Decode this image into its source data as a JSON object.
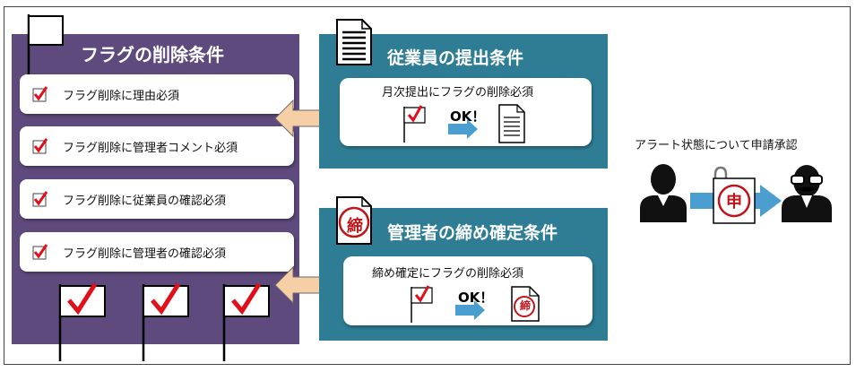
{
  "flag_conditions": {
    "title": "フラグの削除条件",
    "items": [
      {
        "label": "フラグ削除に理由必須"
      },
      {
        "label": "フラグ削除に管理者コメント必須"
      },
      {
        "label": "フラグ削除に従業員の確認必須"
      },
      {
        "label": "フラグ削除に管理者の確認必須"
      }
    ]
  },
  "employee_conditions": {
    "title": "従業員の提出条件",
    "card_text": "月次提出にフラグの削除必須",
    "ok_text": "OK！"
  },
  "manager_conditions": {
    "title": "管理者の締め確定条件",
    "card_text": "締め確定にフラグの削除必須",
    "ok_text": "OK！",
    "stamp_char": "締"
  },
  "alert": {
    "title": "アラート状態について申請承認",
    "stamp_char": "申"
  },
  "colors": {
    "purple_panel": "#5e4a7c",
    "teal_panel": "#2e7d95",
    "check_red": "#e0101a",
    "arrow_fill": "#f7cfa6",
    "blue_arrow": "#4a9fd0"
  }
}
